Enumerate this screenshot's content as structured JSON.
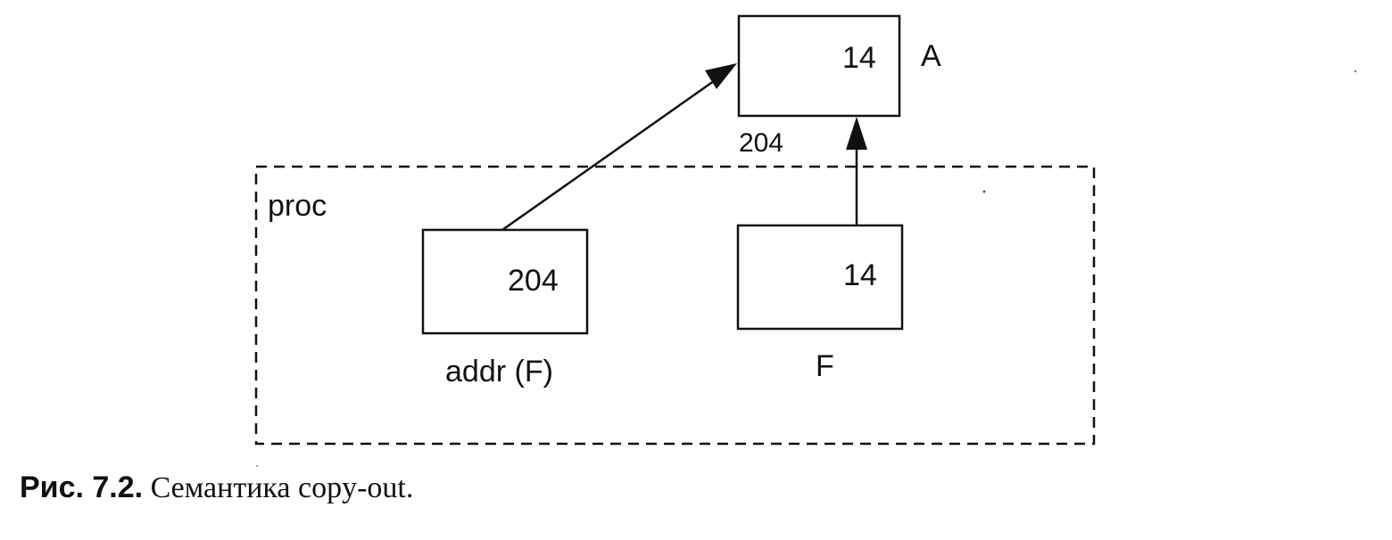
{
  "diagram": {
    "outer_cell": {
      "value": "14",
      "name": "A",
      "address": "204"
    },
    "frame_label": "proc",
    "addr_cell": {
      "value": "204",
      "label": "addr (F)"
    },
    "f_cell": {
      "value": "14",
      "label": "F"
    }
  },
  "caption": {
    "number": "Рис. 7.2.",
    "text": "Семантика copy-out."
  }
}
